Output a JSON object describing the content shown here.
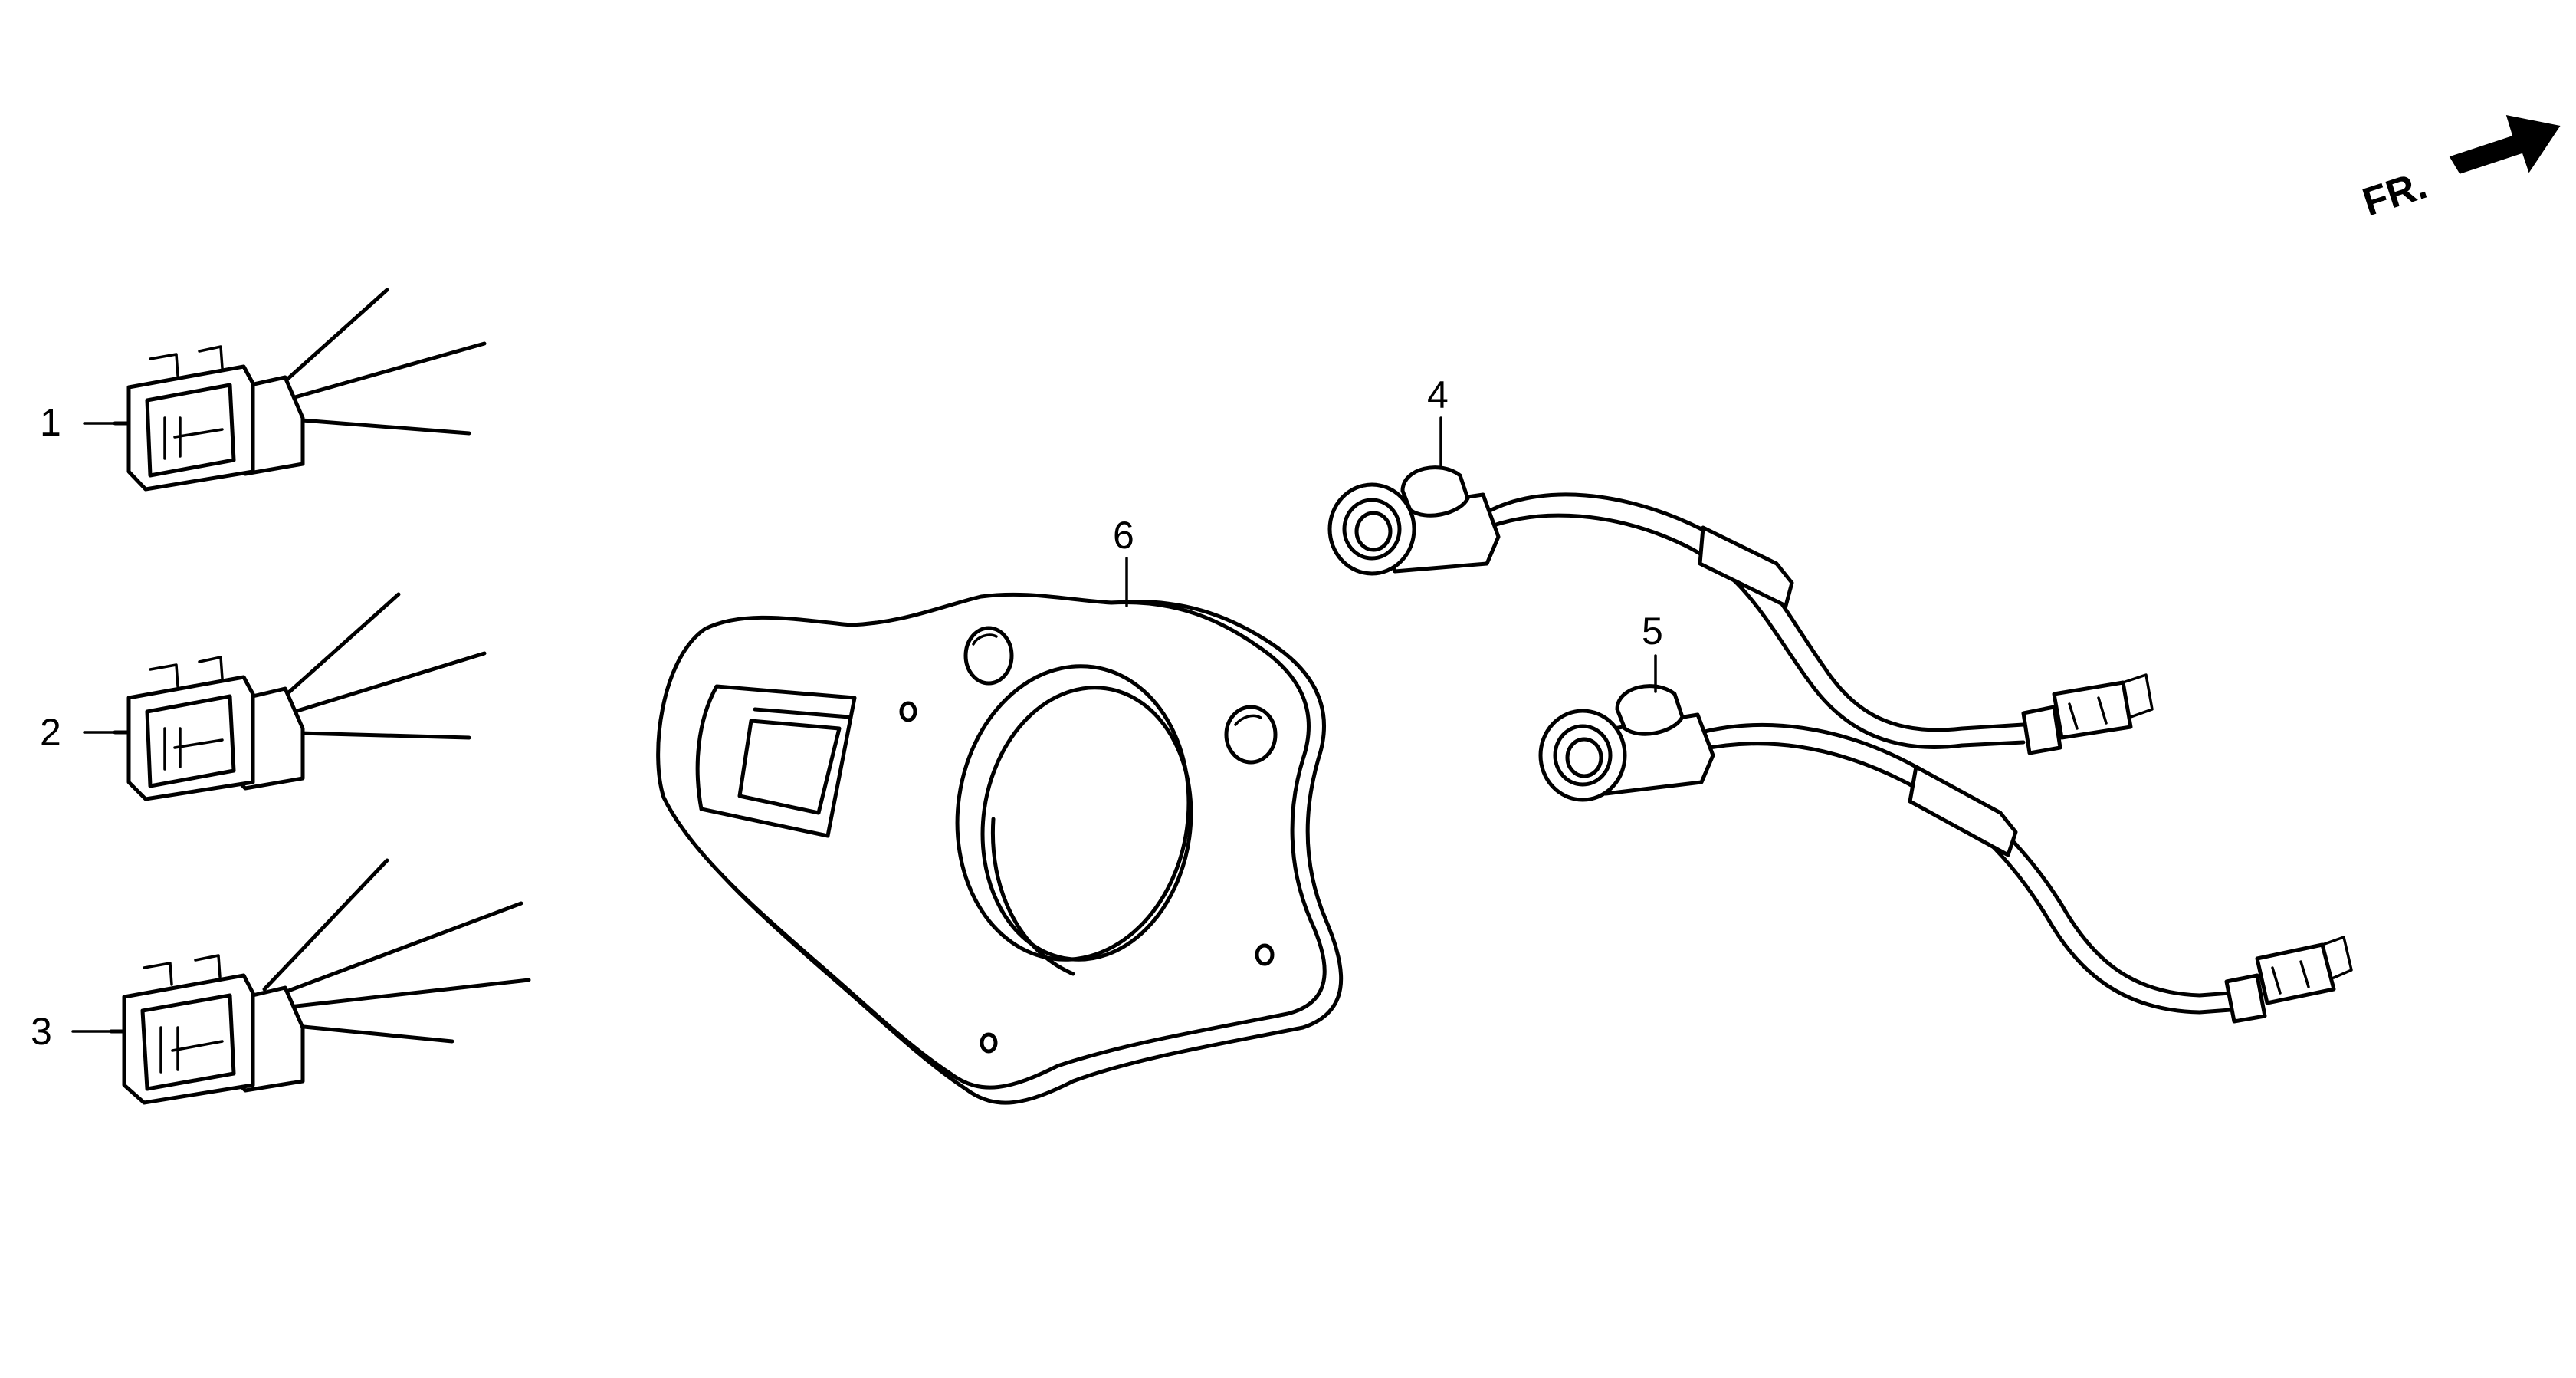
{
  "diagram": {
    "orientation_label": "FR.",
    "parts": [
      {
        "number": "1"
      },
      {
        "number": "2"
      },
      {
        "number": "3"
      },
      {
        "number": "4"
      },
      {
        "number": "5"
      },
      {
        "number": "6"
      }
    ]
  },
  "icons": [
    "front-direction-arrow-icon"
  ],
  "colors": {
    "line": "#000000",
    "background": "#ffffff"
  }
}
